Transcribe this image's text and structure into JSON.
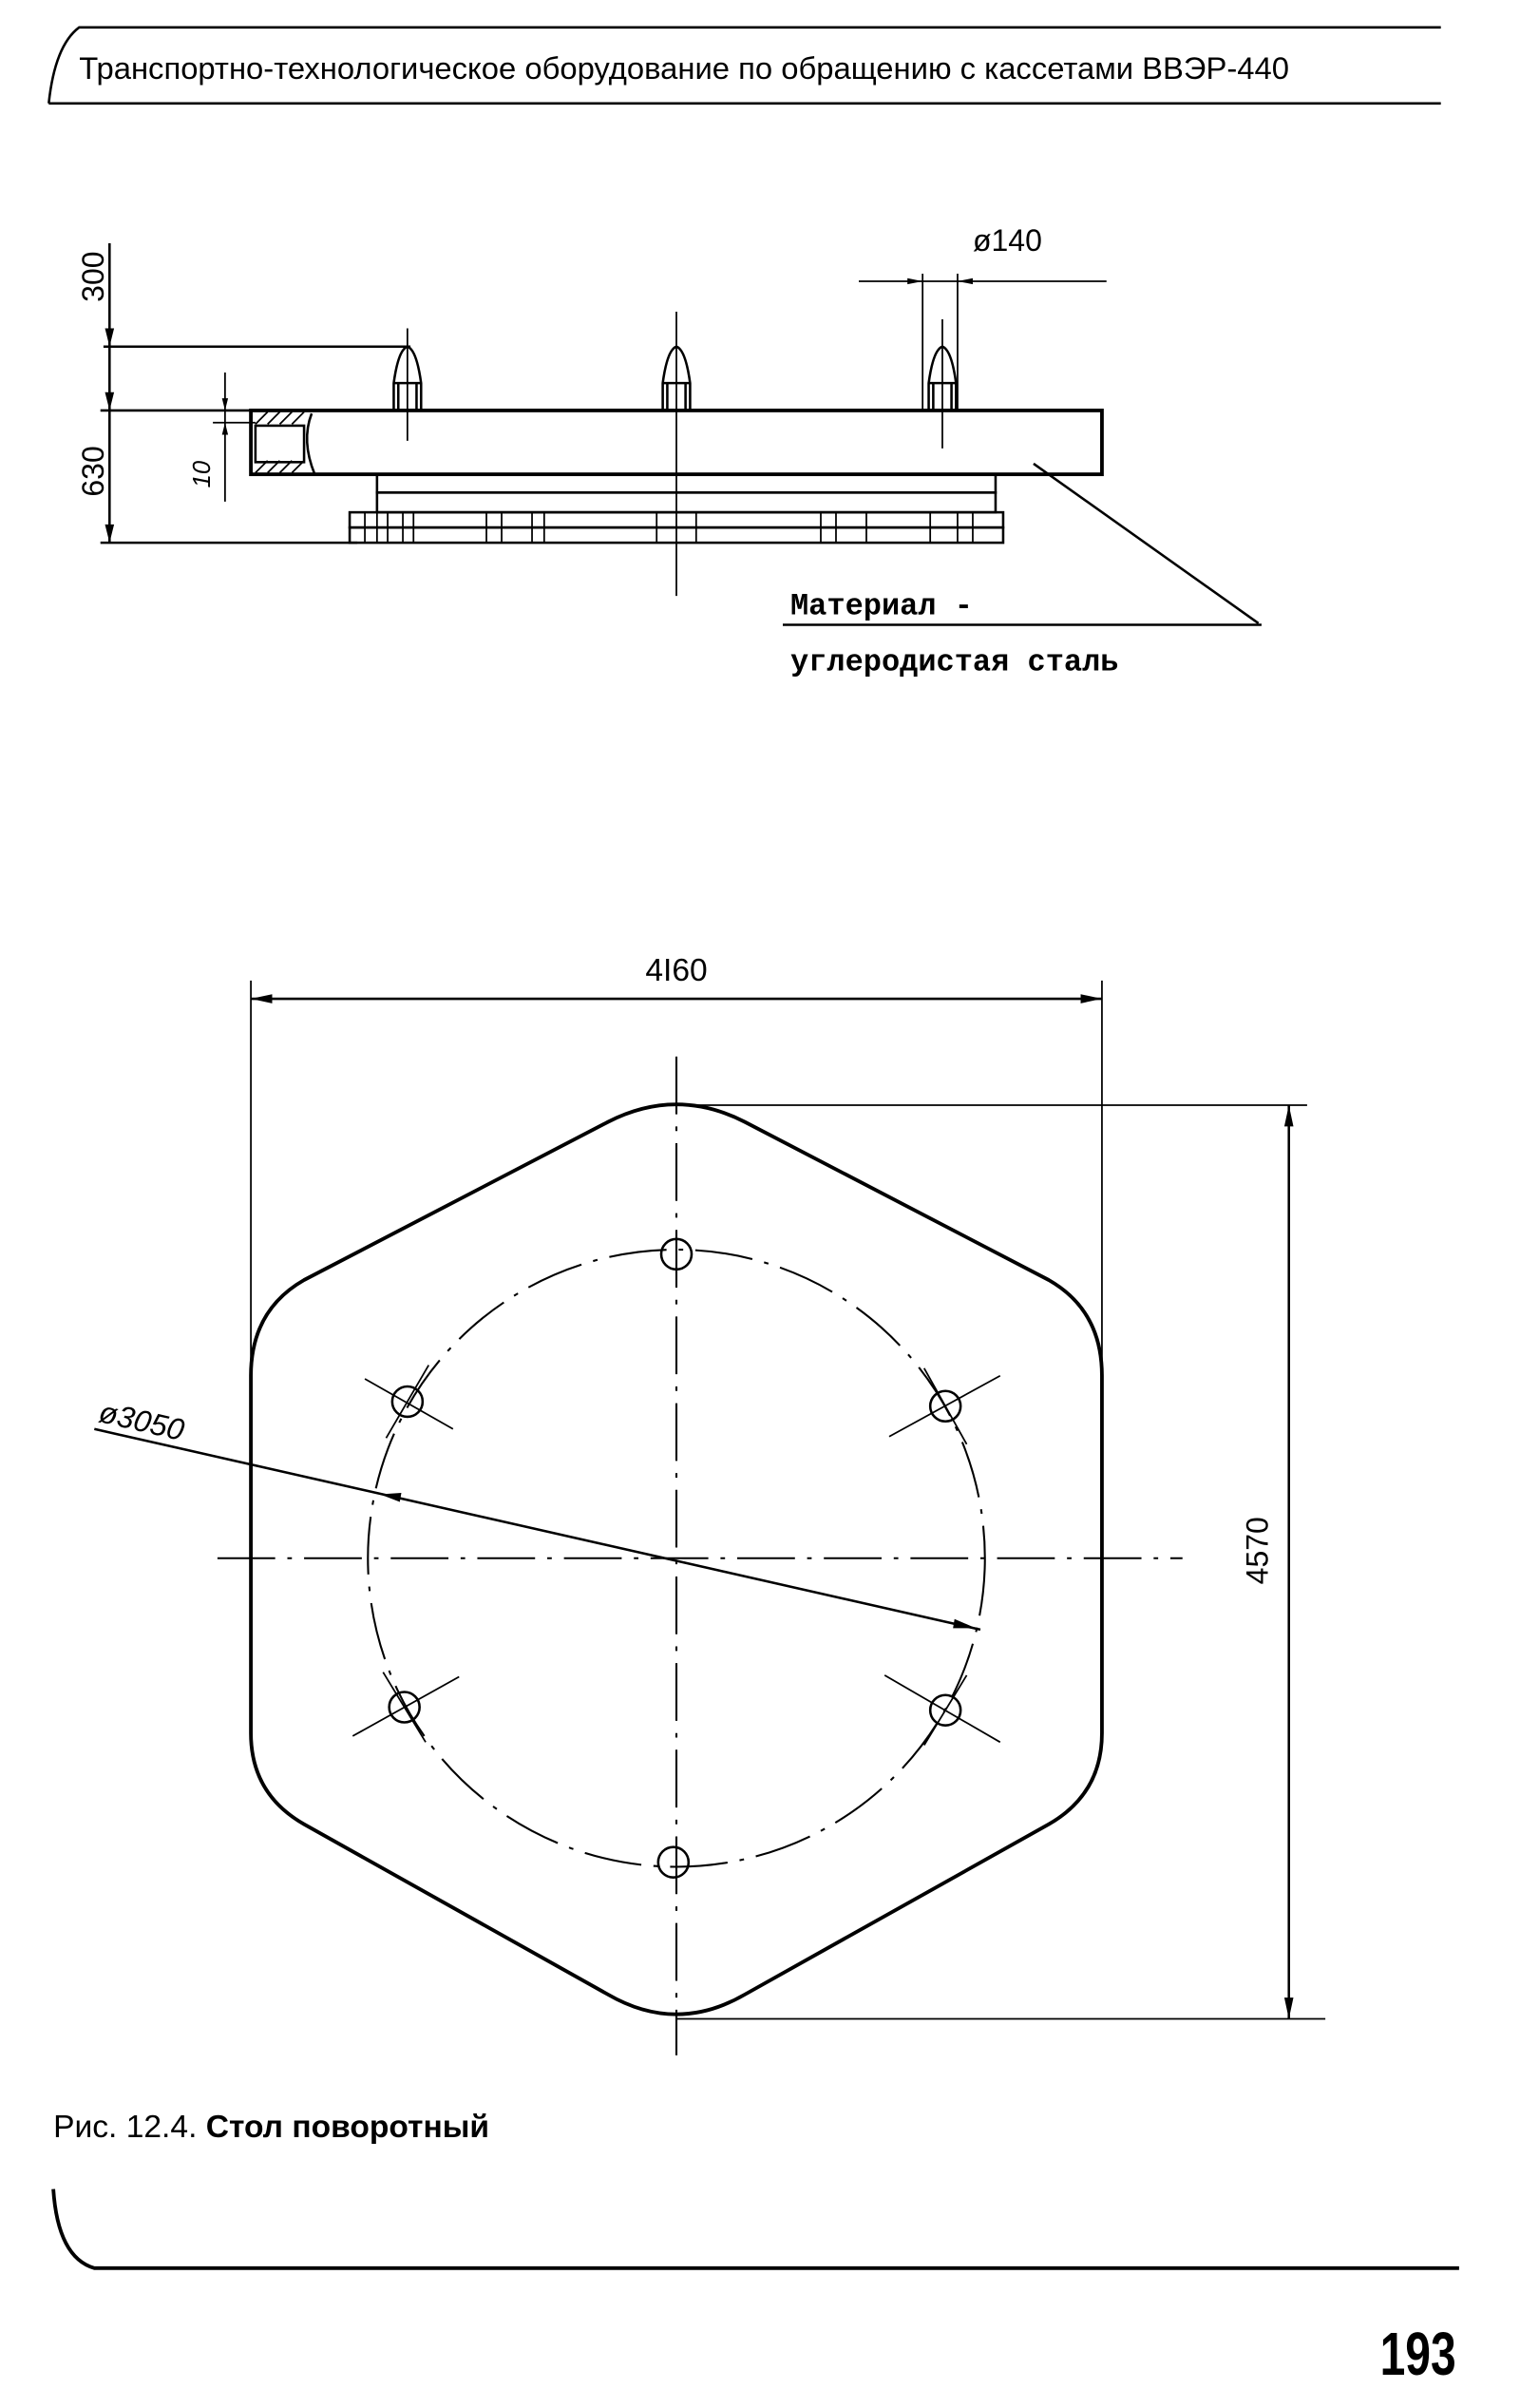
{
  "header": {
    "running_title": "Транспортно-технологическое оборудование по обращению с кассетами ВВЭР-440"
  },
  "side_view": {
    "dim_pin_height": "300",
    "dim_total_height": "630",
    "dim_wall": "10",
    "dim_pin_diameter": "ø140",
    "material_line1": "Материал -",
    "material_line2": "углеродистая сталь"
  },
  "plan_view": {
    "dim_width": "4I60",
    "dim_height": "4570",
    "dim_bolt_circle": "ø3050"
  },
  "caption": {
    "number": "Рис. 12.4.",
    "title": "Стол поворотный"
  },
  "footer": {
    "page_number": "193"
  }
}
